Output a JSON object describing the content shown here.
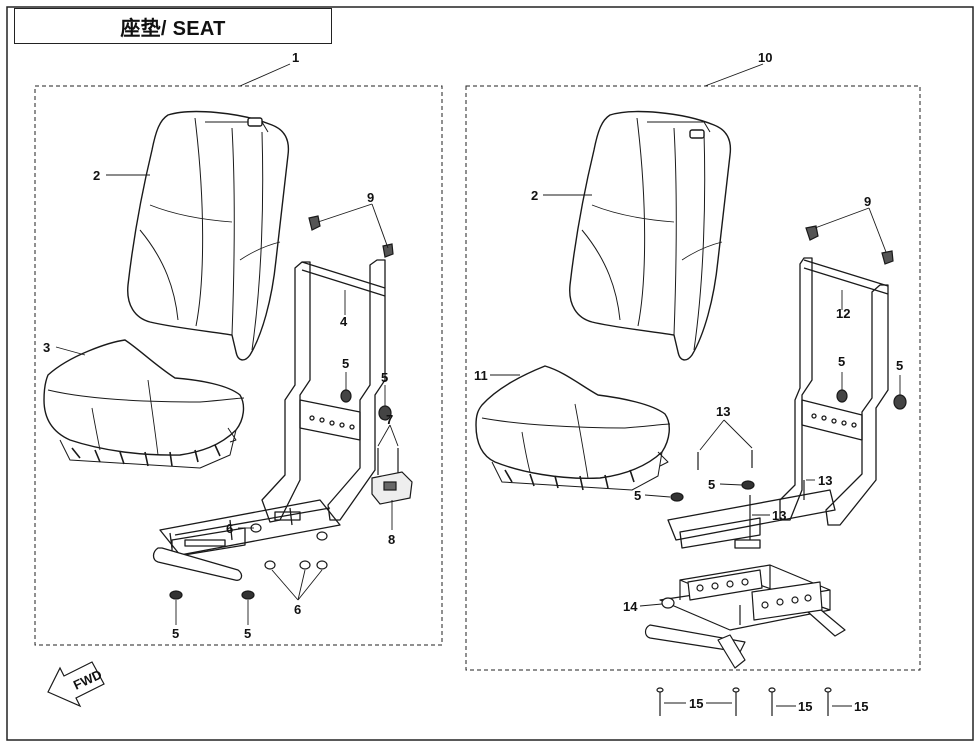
{
  "title": "座垫/ SEAT",
  "fwd_label": "FWD",
  "colors": {
    "line": "#1a1a1a",
    "frame": "#333333",
    "fill": "#ffffff"
  },
  "callouts": {
    "left_assembly": "1",
    "left_backrest": "2",
    "left_cushion": "3",
    "left_frame": "4",
    "left_nut_a": "5",
    "left_nut_b": "5",
    "left_nut_c": "5",
    "left_nut_d": "5",
    "left_spacer_a": "6",
    "left_spacer_b": "6",
    "left_bolt": "7",
    "left_bracket": "8",
    "left_clip": "9",
    "right_assembly": "10",
    "right_backrest": "2",
    "right_cushion": "11",
    "right_frame": "12",
    "right_nut_a": "5",
    "right_nut_b": "5",
    "right_nut_c": "5",
    "right_nut_d": "5",
    "right_bolt_a": "13",
    "right_bolt_b": "13",
    "right_bolt_c": "13",
    "right_clip": "9",
    "right_slider": "14",
    "right_screw_a": "15",
    "right_screw_b": "15",
    "right_screw_c": "15"
  }
}
